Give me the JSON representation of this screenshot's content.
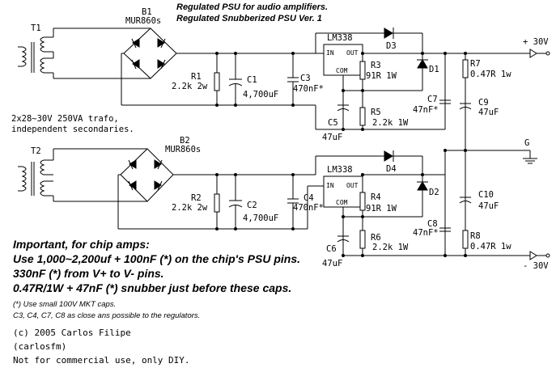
{
  "title": {
    "line1": "Regulated PSU for audio amplifiers.",
    "line2": "Regulated Snubberized PSU Ver. 1"
  },
  "transformers": {
    "t1": "T1",
    "t2": "T2",
    "note1": "2x28~30V 250VA trafo,",
    "note2": "independent secondaries."
  },
  "bridges": {
    "b1": "B1",
    "b1_part": "MUR860s",
    "b2": "B2",
    "b2_part": "MUR860s"
  },
  "regulators": {
    "part": "LM338",
    "in": "IN",
    "out": "OUT",
    "com": "COM"
  },
  "components": {
    "R1": "R1",
    "R1v": "2.2k 2w",
    "R2": "R2",
    "R2v": "2.2k 2w",
    "R3": "R3",
    "R3v": "91R 1W",
    "R4": "R4",
    "R4v": "91R 1W",
    "R5": "R5",
    "R5v": "2.2k 1W",
    "R6": "R6",
    "R6v": "2.2k 1W",
    "R7": "R7",
    "R7v": "0.47R 1w",
    "R8": "R8",
    "R8v": "0.47R 1w",
    "C1": "C1",
    "C1v": "4,700uF",
    "C2": "C2",
    "C2v": "4,700uF",
    "C3": "C3",
    "C3v": "470nF*",
    "C4": "C4",
    "C4v": "470nF*",
    "C5": "C5",
    "C5v": "47uF",
    "C6": "C6",
    "C6v": "47uF",
    "C7": "C7",
    "C7v": "47nF*",
    "C8": "C8",
    "C8v": "47nF*",
    "C9": "C9",
    "C9v": "47uF",
    "C10": "C10",
    "C10v": "47uF",
    "D1": "D1",
    "D2": "D2",
    "D3": "D3",
    "D4": "D4"
  },
  "outputs": {
    "pos": "+ 30V",
    "gnd": "G",
    "neg": "- 30V"
  },
  "notes": {
    "l1": "Important, for chip amps:",
    "l2": "Use 1,000~2,200uf + 100nF (*) on the chip's PSU pins.",
    "l3": "330nF (*) from V+ to V- pins.",
    "l4": "0.47R/1W + 47nF (*) snubber just before these caps.",
    "s1": "(*) Use small 100V MKT caps.",
    "s2": "C3, C4, C7, C8 as close ans possible to the regulators."
  },
  "footer": {
    "l1": "(c) 2005 Carlos Filipe",
    "l2": "(carlosfm)",
    "l3": "Not for commercial use, only DIY."
  }
}
